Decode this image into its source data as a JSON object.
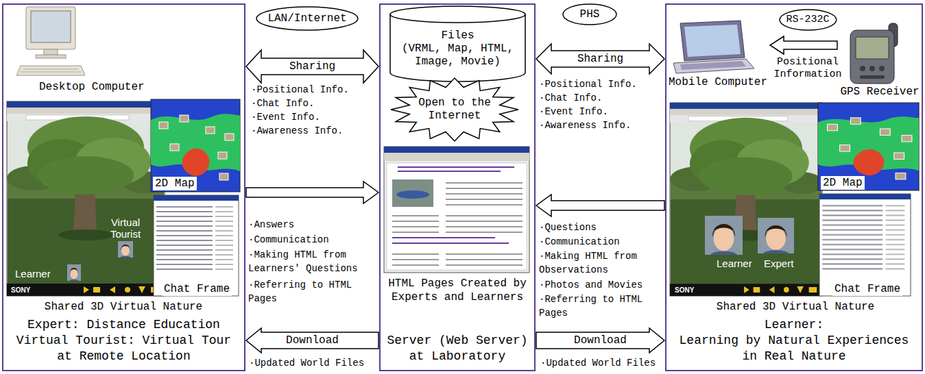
{
  "diagram": {
    "nodes": [
      {
        "text": [
          "Expert: Distance Education",
          "Virtual Tourist: Virtual Tour at Remote Location"
        ]
      },
      {
        "text": [
          "LAN/Internet"
        ]
      },
      {
        "text": [
          "Server (Web Server) at Laboratory"
        ]
      },
      {
        "text": [
          "Files",
          "(VRML, Map, HTML, Image, Movie)"
        ],
        "in": 2
      },
      {
        "text": [
          "Open to the Internet"
        ],
        "in": 2
      },
      {
        "text": [
          "PHS"
        ]
      },
      {
        "text": [
          "Learner:",
          "Learning by Natural Experiences in Real Nature"
        ]
      },
      {
        "text": [
          "Mobile Computer"
        ],
        "in": 6
      },
      {
        "text": [
          "RS-232C"
        ],
        "in": 6
      },
      {
        "text": [
          "GPS Receiver"
        ],
        "in": 6
      }
    ],
    "edges": [
      {
        "from": 0,
        "to": 2,
        "arrow": "both",
        "label": "Sharing"
      },
      {
        "from": 0,
        "to": 2,
        "arrow": "to"
      },
      {
        "from": 2,
        "to": 0,
        "arrow": "to",
        "label": "Download"
      },
      {
        "from": 2,
        "to": 6,
        "arrow": "both",
        "label": "Sharing"
      },
      {
        "from": 6,
        "to": 2,
        "arrow": "to"
      },
      {
        "from": 2,
        "to": 6,
        "arrow": "to",
        "label": "Download"
      },
      {
        "from": 9,
        "to": 7,
        "arrow": "to",
        "label": "Positional Information"
      }
    ],
    "labels": [
      "Desktop Computer",
      "2D Map",
      "Chat Frame",
      "Virtual Tourist",
      "Learner",
      "SONY",
      "Shared 3D Virtual Nature",
      "·Positional Info.",
      "·Chat Info.",
      "·Event Info.",
      "·Awareness Info.",
      "·Answers",
      "·Communication",
      "·Making HTML from Learners' Questions",
      "·Referring to HTML Pages",
      "·Updated World Files",
      "HTML Pages Created by Experts and Learners",
      "Learner",
      "Expert",
      "2D Map",
      "Chat Frame",
      "SONY",
      "Shared 3D Virtual Nature",
      "·Positional Info.",
      "·Chat Info.",
      "·Event Info.",
      "·Awareness Info.",
      "·Questions",
      "·Communication",
      "·Making HTML from Observations",
      "·Photos and Movies",
      "·Referring to HTML Pages",
      "·Updated World Files"
    ]
  }
}
